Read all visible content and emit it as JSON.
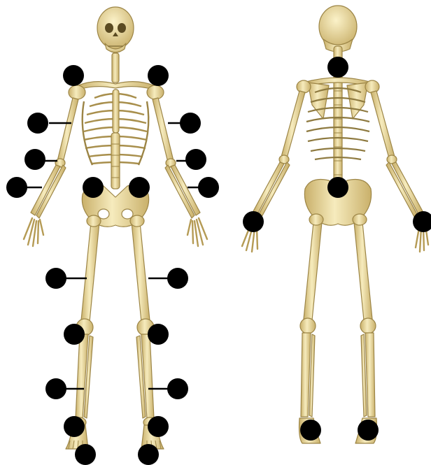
{
  "figure": {
    "views": [
      {
        "id": "front",
        "label": ""
      },
      {
        "id": "back",
        "label": ""
      }
    ],
    "colors": {
      "background": "#ffffff",
      "bone": "#f1e2a8",
      "bone_shade": "#c9b06a",
      "bone_outline": "#9c8546",
      "marker": "#000000",
      "leader_line": "#000000"
    },
    "marker_count_front": 20,
    "marker_count_back": 6
  }
}
